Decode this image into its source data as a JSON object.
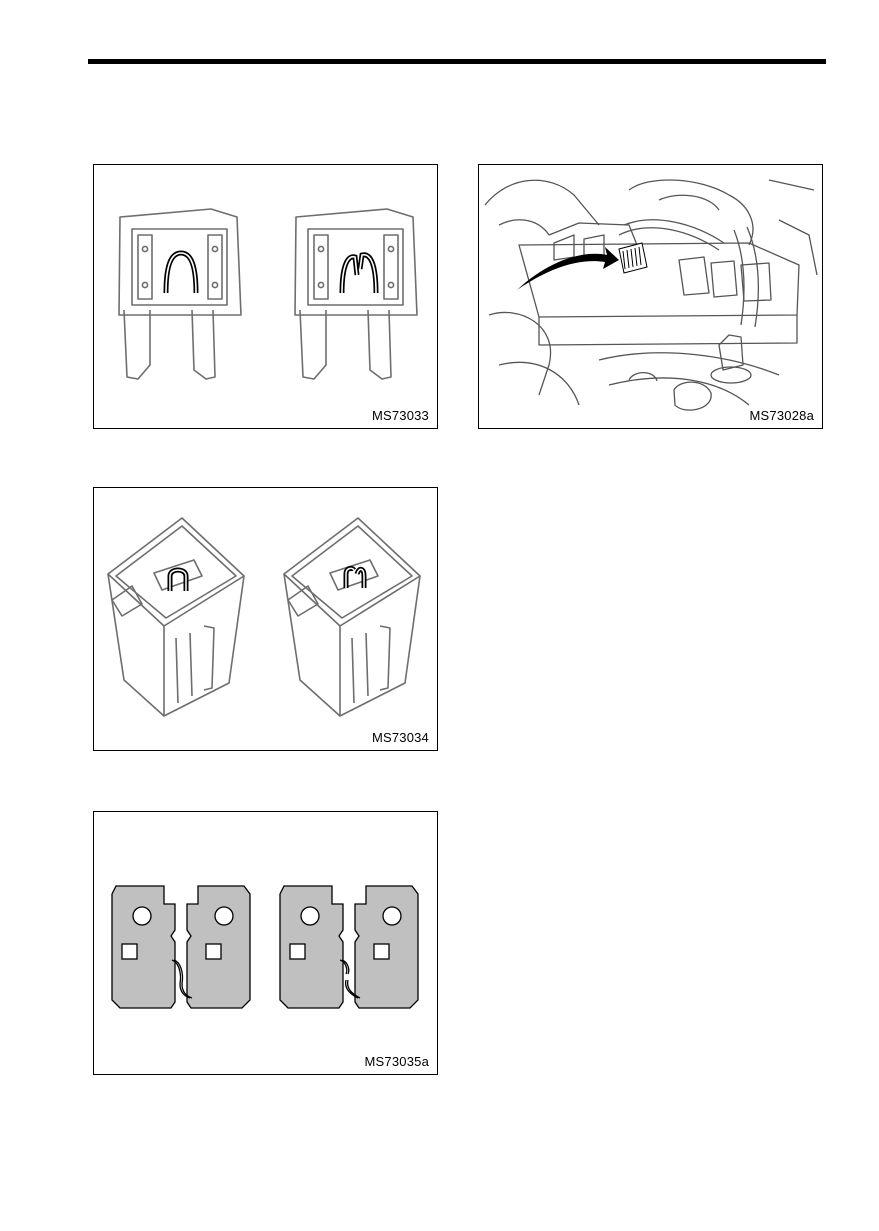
{
  "figures": [
    {
      "code": "MS73033",
      "subject": "mini-fuse-illustration"
    },
    {
      "code": "MS73028a",
      "subject": "fuse-box-engine-bay-illustration"
    },
    {
      "code": "MS73034",
      "subject": "cartridge-fuse-illustration"
    },
    {
      "code": "MS73035a",
      "subject": "fusible-link-illustration"
    }
  ],
  "colors": {
    "ink": "#000000",
    "fill_gray": "#c0c0c0",
    "line_gray": "#8a8a8a"
  }
}
